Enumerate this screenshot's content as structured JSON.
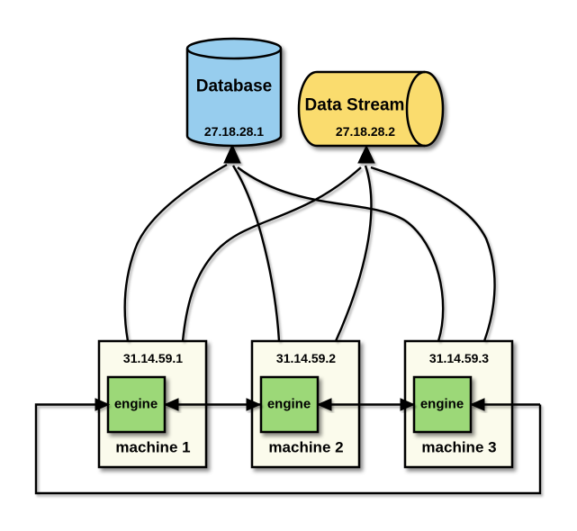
{
  "database": {
    "label": "Database",
    "ip": "27.18.28.1"
  },
  "data_stream": {
    "label": "Data Stream",
    "ip": "27.18.28.2"
  },
  "machines": [
    {
      "ip": "31.14.59.1",
      "engine": "engine",
      "label": "machine 1"
    },
    {
      "ip": "31.14.59.2",
      "engine": "engine",
      "label": "machine 2"
    },
    {
      "ip": "31.14.59.3",
      "engine": "engine",
      "label": "machine 3"
    }
  ],
  "connections": {
    "to_database_from": [
      "machine 1",
      "machine 2",
      "machine 3"
    ],
    "to_data_stream_from": [
      "machine 1",
      "machine 2",
      "machine 3"
    ],
    "engine_ring": [
      "machine 1",
      "machine 2",
      "machine 3"
    ]
  },
  "colors": {
    "database_fill": "#97cdee",
    "data_stream_fill": "#fadc6e",
    "machine_fill": "#fbfbec",
    "engine_fill": "#9cd878",
    "line": "#000000",
    "background": "#ffffff"
  }
}
